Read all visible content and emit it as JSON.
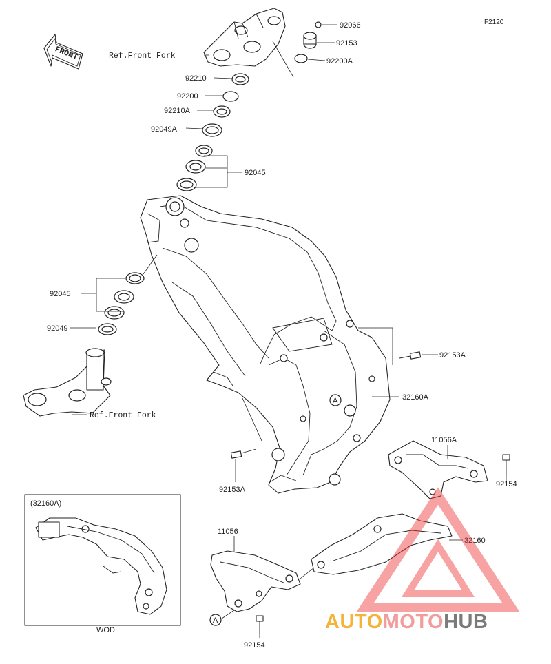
{
  "diagram": {
    "figure_code": "F2120",
    "front_label": "FRONT",
    "parts": [
      {
        "id": "92066",
        "label": "92066"
      },
      {
        "id": "92153",
        "label": "92153"
      },
      {
        "id": "92200A",
        "label": "92200A"
      },
      {
        "id": "92210",
        "label": "92210"
      },
      {
        "id": "92200",
        "label": "92200"
      },
      {
        "id": "92210A",
        "label": "92210A"
      },
      {
        "id": "92049A",
        "label": "92049A"
      },
      {
        "id": "92045-top",
        "label": "92045"
      },
      {
        "id": "92045-left",
        "label": "92045"
      },
      {
        "id": "92049",
        "label": "92049"
      },
      {
        "id": "92153A-right",
        "label": "92153A"
      },
      {
        "id": "32160A",
        "label": "32160A"
      },
      {
        "id": "92153A-bottom",
        "label": "92153A"
      },
      {
        "id": "11056A",
        "label": "11056A"
      },
      {
        "id": "92154-right",
        "label": "92154"
      },
      {
        "id": "11056",
        "label": "11056"
      },
      {
        "id": "32160",
        "label": "32160"
      },
      {
        "id": "92154-bottom",
        "label": "92154"
      }
    ],
    "refs": {
      "front_fork_top": "Ref.Front Fork",
      "front_fork_bottom": "Ref.Front Fork"
    },
    "callout_a": "A",
    "inset": {
      "title": "(32160A)",
      "caption": "WOD"
    },
    "watermark": {
      "part1": "AUTO",
      "part2": "MOTO",
      "part3": "HUB",
      "color1": "#f4b43a",
      "color2": "#f29c9c",
      "color3": "#7a7a7a",
      "triangle_color": "#ee3b3b"
    }
  }
}
